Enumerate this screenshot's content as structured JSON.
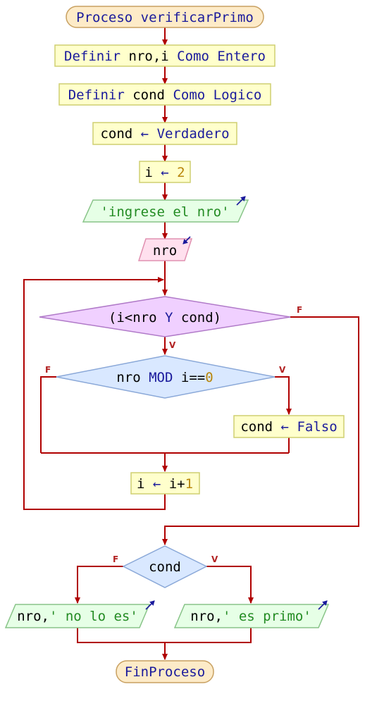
{
  "colors": {
    "keyword": "#1a1a9c",
    "variable": "#000000",
    "number": "#b8860b",
    "string": "#228b22",
    "edge": "#b00000",
    "label": "#b22222",
    "terminal_fill": "#fdebc8",
    "process_fill": "#ffffcc",
    "output_fill": "#e6ffe6",
    "input_fill": "#ffe0ee",
    "decision_main_fill": "#f0d0ff",
    "decision_fill": "#d9e8ff"
  },
  "icons": {
    "output_arrow": "arrow-up-right-icon",
    "input_arrow": "arrow-down-left-icon"
  },
  "nodes": {
    "start": {
      "parts": [
        {
          "text": "Proceso verificarPrimo",
          "kind": "keyword"
        }
      ]
    },
    "def1": {
      "parts": [
        {
          "text": "Definir ",
          "kind": "keyword"
        },
        {
          "text": "nro,i",
          "kind": "variable"
        },
        {
          "text": " Como Entero",
          "kind": "keyword"
        }
      ]
    },
    "def2": {
      "parts": [
        {
          "text": "Definir ",
          "kind": "keyword"
        },
        {
          "text": "cond",
          "kind": "variable"
        },
        {
          "text": " Como Logico",
          "kind": "keyword"
        }
      ]
    },
    "assign_cond": {
      "parts": [
        {
          "text": "cond ",
          "kind": "variable"
        },
        {
          "text": "←",
          "kind": "keyword"
        },
        {
          "text": " Verdadero",
          "kind": "keyword"
        }
      ]
    },
    "assign_i": {
      "parts": [
        {
          "text": "i ",
          "kind": "variable"
        },
        {
          "text": "←",
          "kind": "keyword"
        },
        {
          "text": " 2",
          "kind": "number"
        }
      ]
    },
    "write_prompt": {
      "parts": [
        {
          "text": "'ingrese el nro'",
          "kind": "string"
        }
      ]
    },
    "read_nro": {
      "parts": [
        {
          "text": "nro",
          "kind": "variable"
        }
      ]
    },
    "while_cond": {
      "parts": [
        {
          "text": "(i<nro ",
          "kind": "variable"
        },
        {
          "text": "Y",
          "kind": "keyword"
        },
        {
          "text": " cond)",
          "kind": "variable"
        }
      ]
    },
    "if_mod": {
      "parts": [
        {
          "text": "nro ",
          "kind": "variable"
        },
        {
          "text": "MOD",
          "kind": "keyword"
        },
        {
          "text": " i==",
          "kind": "variable"
        },
        {
          "text": "0",
          "kind": "number"
        }
      ]
    },
    "assign_falso": {
      "parts": [
        {
          "text": "cond ",
          "kind": "variable"
        },
        {
          "text": "←",
          "kind": "keyword"
        },
        {
          "text": " Falso",
          "kind": "keyword"
        }
      ]
    },
    "increment": {
      "parts": [
        {
          "text": "i ",
          "kind": "variable"
        },
        {
          "text": "←",
          "kind": "keyword"
        },
        {
          "text": " i+",
          "kind": "variable"
        },
        {
          "text": "1",
          "kind": "number"
        }
      ]
    },
    "if_cond": {
      "parts": [
        {
          "text": "cond",
          "kind": "variable"
        }
      ]
    },
    "write_no": {
      "parts": [
        {
          "text": "nro,",
          "kind": "variable"
        },
        {
          "text": "' no lo es'",
          "kind": "string"
        }
      ]
    },
    "write_yes": {
      "parts": [
        {
          "text": "nro,",
          "kind": "variable"
        },
        {
          "text": "' es primo'",
          "kind": "string"
        }
      ]
    },
    "end": {
      "parts": [
        {
          "text": "FinProceso",
          "kind": "keyword"
        }
      ]
    }
  },
  "branch_labels": {
    "while_false": "F",
    "while_true": "V",
    "mod_false": "F",
    "mod_true": "V",
    "cond_false": "F",
    "cond_true": "V"
  }
}
